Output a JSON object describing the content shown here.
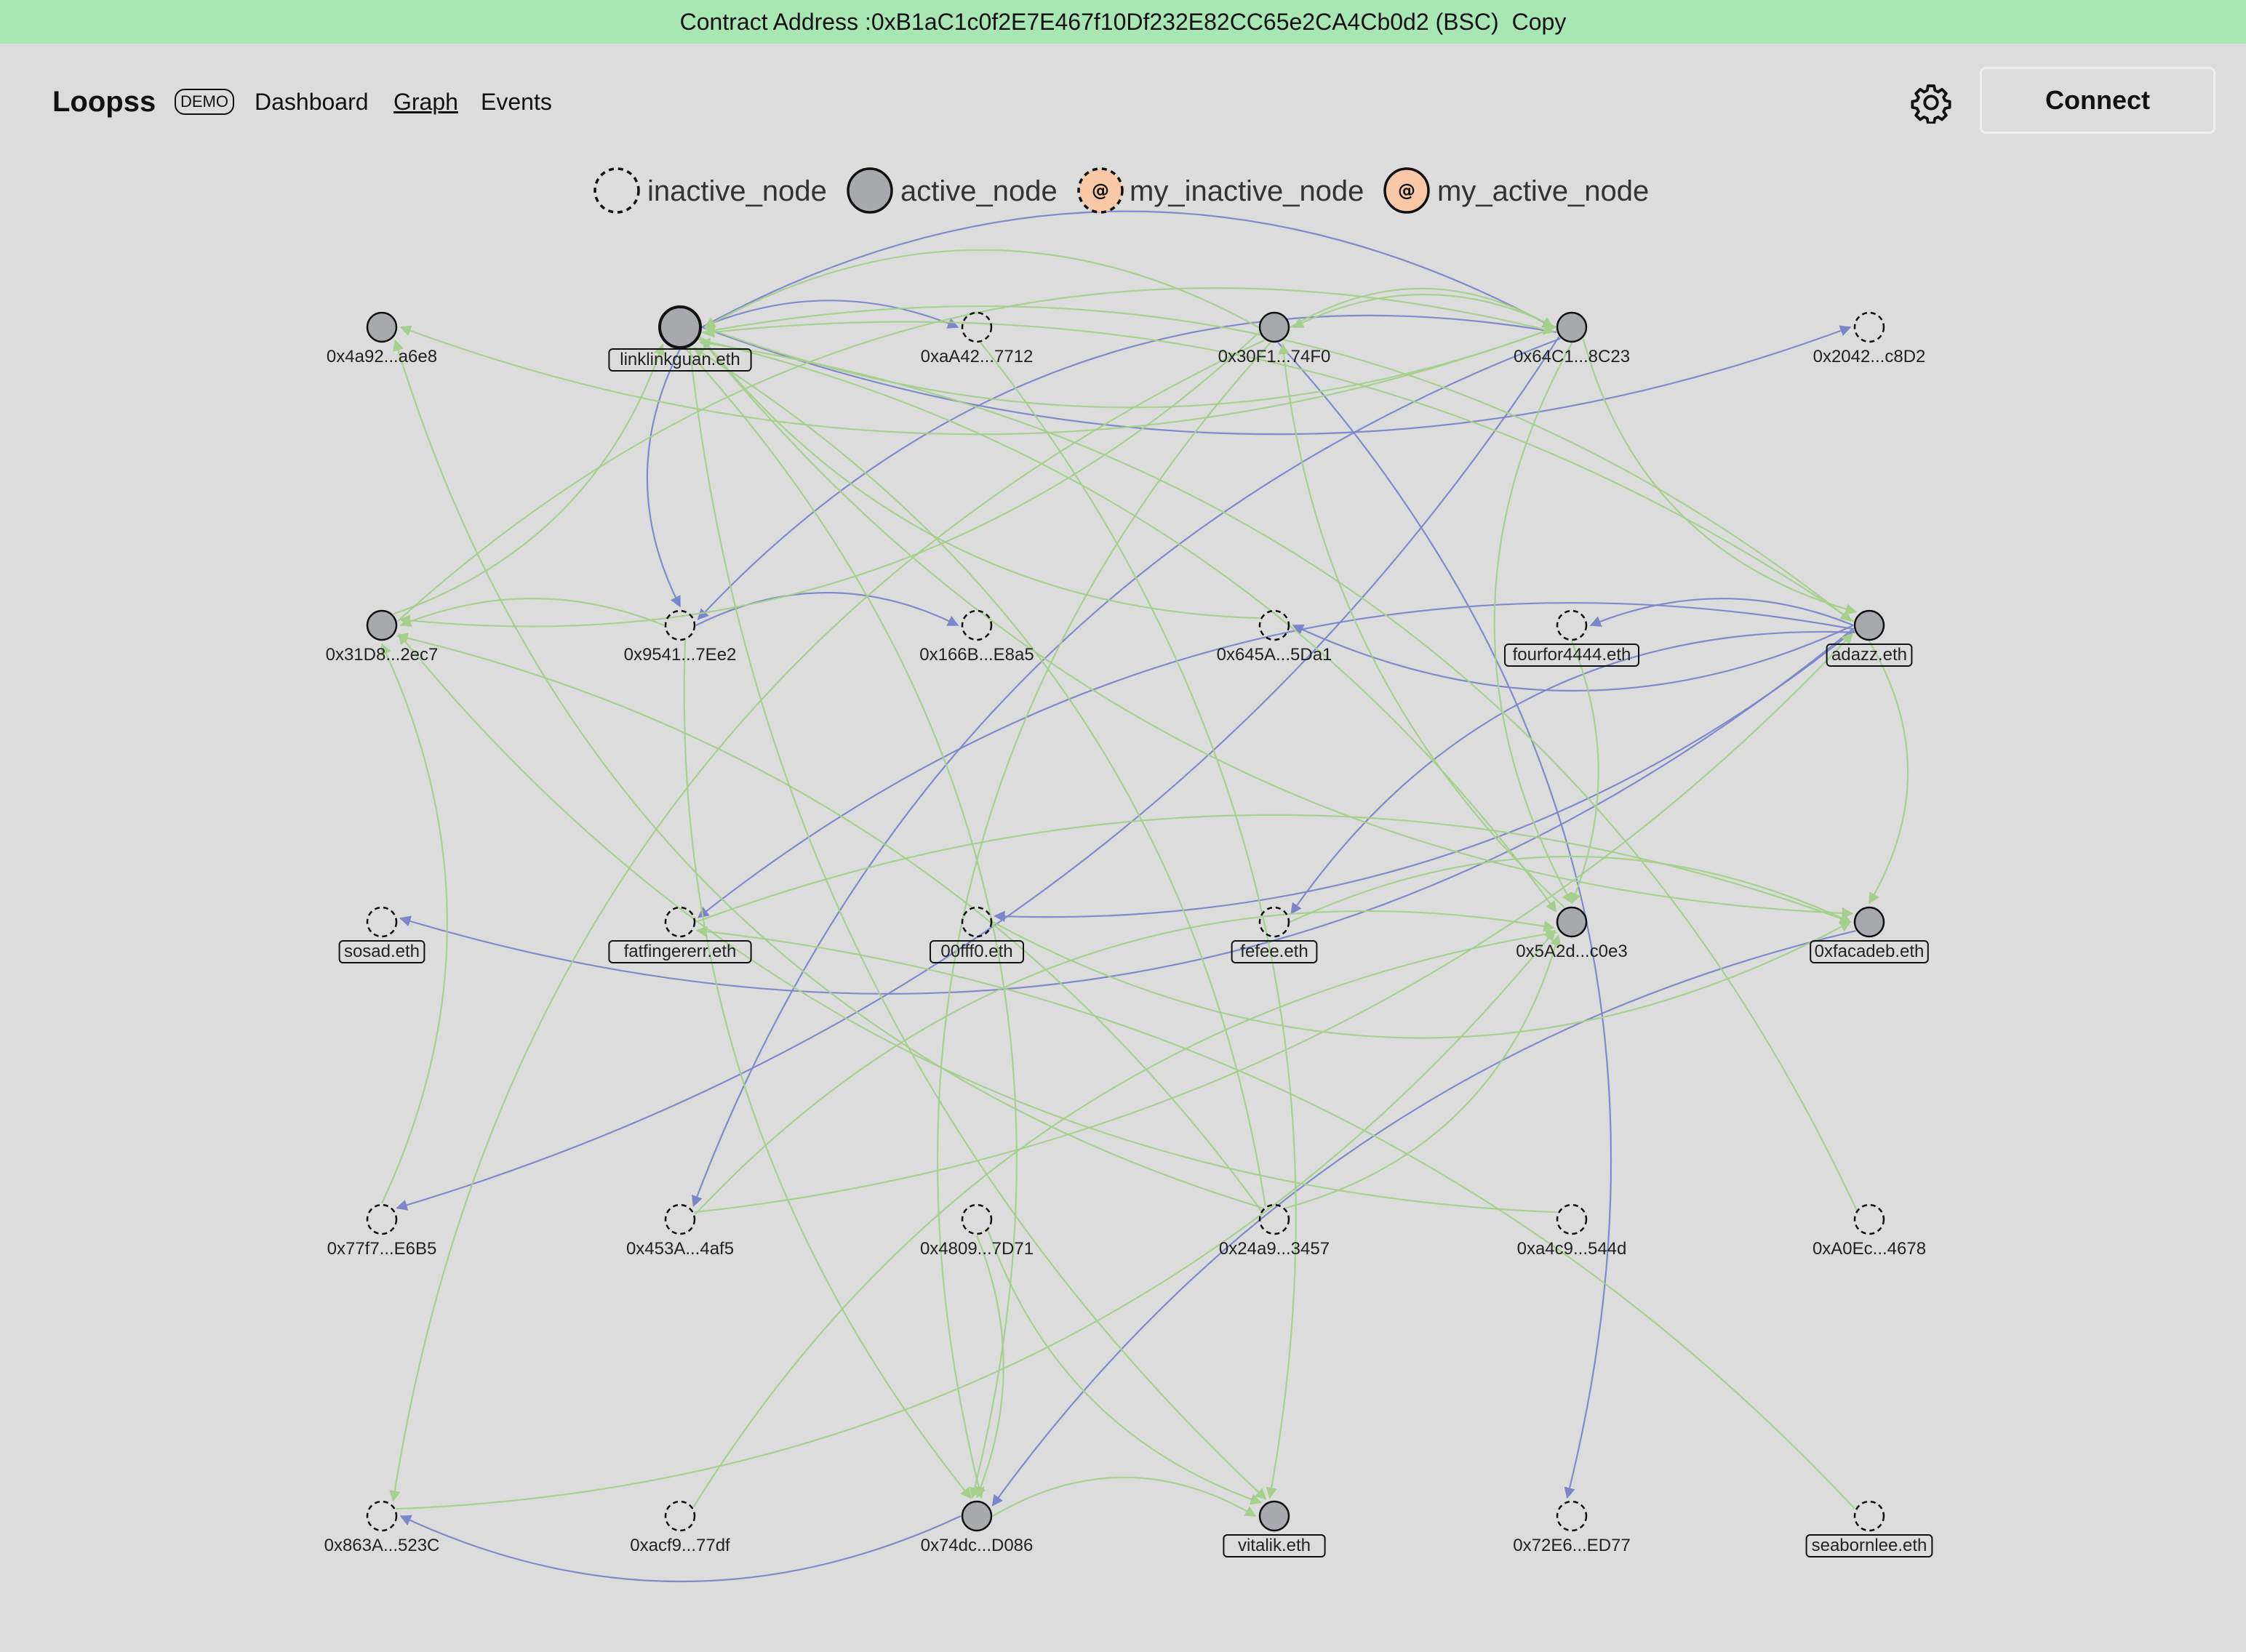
{
  "banner": {
    "label": "Contract Address :",
    "address": "0xB1aC1c0f2E7E467f10Df232E82CC65e2CA4Cb0d2",
    "network": "(BSC)",
    "copy": "Copy"
  },
  "nav": {
    "brand": "Loopss",
    "demo": "DEMO",
    "links": [
      "Dashboard",
      "Graph",
      "Events"
    ],
    "active": "Graph",
    "connect": "Connect"
  },
  "legend": [
    {
      "type": "inactive",
      "label": "inactive_node"
    },
    {
      "type": "active",
      "label": "active_node"
    },
    {
      "type": "my_inactive",
      "label": "my_inactive_node"
    },
    {
      "type": "my_active",
      "label": "my_active_node"
    }
  ],
  "colors": {
    "background": "#dcdcdc",
    "banner": "#a8e6b4",
    "active_fill": "#a7a9ad",
    "my_fill": "#f9c8a6",
    "edge_green": "#a4cf8c",
    "edge_blue": "#7b86c8"
  },
  "nodes": [
    {
      "id": "n0",
      "label": "0x4a92...a6e8",
      "active": true,
      "boxed": false
    },
    {
      "id": "n1",
      "label": "linklinkguan.eth",
      "active": true,
      "boxed": true,
      "big": true
    },
    {
      "id": "n2",
      "label": "0xaA42...7712",
      "active": false,
      "boxed": false
    },
    {
      "id": "n3",
      "label": "0x30F1...74F0",
      "active": true,
      "boxed": false
    },
    {
      "id": "n4",
      "label": "0x64C1...8C23",
      "active": true,
      "boxed": false
    },
    {
      "id": "n5",
      "label": "0x2042...c8D2",
      "active": false,
      "boxed": false
    },
    {
      "id": "n6",
      "label": "0x31D8...2ec7",
      "active": true,
      "boxed": false
    },
    {
      "id": "n7",
      "label": "0x9541...7Ee2",
      "active": false,
      "boxed": false
    },
    {
      "id": "n8",
      "label": "0x166B...E8a5",
      "active": false,
      "boxed": false
    },
    {
      "id": "n9",
      "label": "0x645A...5Da1",
      "active": false,
      "boxed": false
    },
    {
      "id": "n10",
      "label": "fourfor4444.eth",
      "active": false,
      "boxed": true
    },
    {
      "id": "n11",
      "label": "adazz.eth",
      "active": true,
      "boxed": true
    },
    {
      "id": "n12",
      "label": "sosad.eth",
      "active": false,
      "boxed": true
    },
    {
      "id": "n13",
      "label": "fatfingererr.eth",
      "active": false,
      "boxed": true
    },
    {
      "id": "n14",
      "label": "00fff0.eth",
      "active": false,
      "boxed": true
    },
    {
      "id": "n15",
      "label": "fefee.eth",
      "active": false,
      "boxed": true
    },
    {
      "id": "n16",
      "label": "0x5A2d...c0e3",
      "active": true,
      "boxed": false
    },
    {
      "id": "n17",
      "label": "0xfacadeb.eth",
      "active": true,
      "boxed": true
    },
    {
      "id": "n18",
      "label": "0x77f7...E6B5",
      "active": false,
      "boxed": false
    },
    {
      "id": "n19",
      "label": "0x453A...4af5",
      "active": false,
      "boxed": false
    },
    {
      "id": "n20",
      "label": "0x4809...7D71",
      "active": false,
      "boxed": false
    },
    {
      "id": "n21",
      "label": "0x24a9...3457",
      "active": false,
      "boxed": false
    },
    {
      "id": "n22",
      "label": "0xa4c9...544d",
      "active": false,
      "boxed": false
    },
    {
      "id": "n23",
      "label": "0xA0Ec...4678",
      "active": false,
      "boxed": false
    },
    {
      "id": "n24",
      "label": "0x863A...523C",
      "active": false,
      "boxed": false
    },
    {
      "id": "n25",
      "label": "0xacf9...77df",
      "active": false,
      "boxed": false
    },
    {
      "id": "n26",
      "label": "0x74dc...D086",
      "active": true,
      "boxed": false
    },
    {
      "id": "n27",
      "label": "vitalik.eth",
      "active": true,
      "boxed": true
    },
    {
      "id": "n28",
      "label": "0x72E6...ED77",
      "active": false,
      "boxed": false
    },
    {
      "id": "n29",
      "label": "seabornlee.eth",
      "active": false,
      "boxed": true
    }
  ],
  "edges": [
    [
      "n1",
      "n2",
      "blue"
    ],
    [
      "n1",
      "n7",
      "blue"
    ],
    [
      "n1",
      "n4",
      "blue"
    ],
    [
      "n1",
      "n5",
      "blue"
    ],
    [
      "n7",
      "n8",
      "blue"
    ],
    [
      "n4",
      "n7",
      "blue"
    ],
    [
      "n4",
      "n18",
      "blue"
    ],
    [
      "n4",
      "n19",
      "blue"
    ],
    [
      "n3",
      "n28",
      "blue"
    ],
    [
      "n11",
      "n10",
      "blue"
    ],
    [
      "n11",
      "n9",
      "blue"
    ],
    [
      "n11",
      "n15",
      "blue"
    ],
    [
      "n11",
      "n14",
      "blue"
    ],
    [
      "n11",
      "n13",
      "blue"
    ],
    [
      "n11",
      "n12",
      "blue"
    ],
    [
      "n17",
      "n26",
      "blue"
    ],
    [
      "n26",
      "n24",
      "blue"
    ],
    [
      "n3",
      "n1",
      "green"
    ],
    [
      "n4",
      "n1",
      "green"
    ],
    [
      "n4",
      "n3",
      "green"
    ],
    [
      "n3",
      "n4",
      "green"
    ],
    [
      "n11",
      "n1",
      "green"
    ],
    [
      "n1",
      "n11",
      "green"
    ],
    [
      "n4",
      "n11",
      "green"
    ],
    [
      "n4",
      "n0",
      "green"
    ],
    [
      "n6",
      "n1",
      "green"
    ],
    [
      "n6",
      "n4",
      "green"
    ],
    [
      "n7",
      "n6",
      "green"
    ],
    [
      "n3",
      "n6",
      "green"
    ],
    [
      "n3",
      "n24",
      "green"
    ],
    [
      "n1",
      "n16",
      "green"
    ],
    [
      "n1",
      "n17",
      "green"
    ],
    [
      "n1",
      "n26",
      "green"
    ],
    [
      "n1",
      "n27",
      "green"
    ],
    [
      "n2",
      "n27",
      "green"
    ],
    [
      "n3",
      "n26",
      "green"
    ],
    [
      "n16",
      "n3",
      "green"
    ],
    [
      "n21",
      "n1",
      "green"
    ],
    [
      "n21",
      "n0",
      "green"
    ],
    [
      "n21",
      "n6",
      "green"
    ],
    [
      "n22",
      "n6",
      "green"
    ],
    [
      "n23",
      "n1",
      "green"
    ],
    [
      "n13",
      "n17",
      "green"
    ],
    [
      "n18",
      "n6",
      "green"
    ],
    [
      "n19",
      "n16",
      "green"
    ],
    [
      "n19",
      "n11",
      "green"
    ],
    [
      "n25",
      "n16",
      "green"
    ],
    [
      "n21",
      "n16",
      "green"
    ],
    [
      "n20",
      "n26",
      "green"
    ],
    [
      "n20",
      "n27",
      "green"
    ],
    [
      "n26",
      "n27",
      "green"
    ],
    [
      "n29",
      "n13",
      "green"
    ],
    [
      "n15",
      "n17",
      "green"
    ],
    [
      "n14",
      "n17",
      "green"
    ],
    [
      "n10",
      "n16",
      "green"
    ],
    [
      "n24",
      "n16",
      "green"
    ],
    [
      "n11",
      "n17",
      "green"
    ],
    [
      "n7",
      "n26",
      "green"
    ],
    [
      "n9",
      "n1",
      "green"
    ],
    [
      "n4",
      "n16",
      "green"
    ]
  ]
}
